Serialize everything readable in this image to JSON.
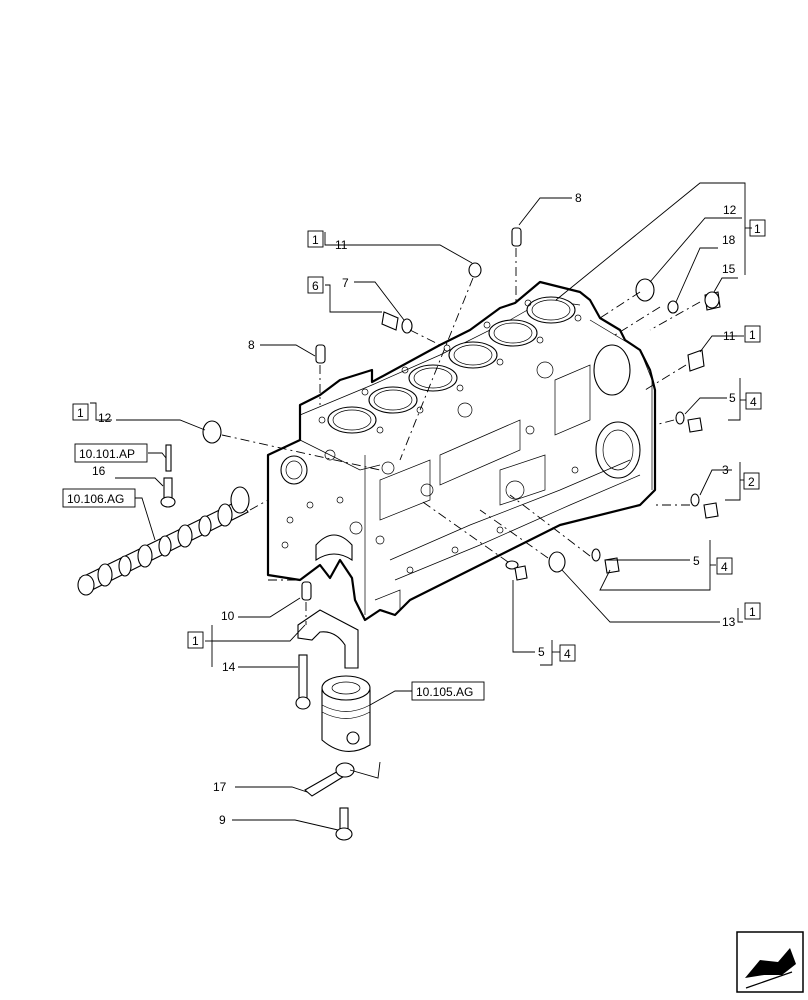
{
  "callouts": {
    "c8_top": "8",
    "c12_top": "12",
    "c18": "18",
    "c15": "15",
    "c11_top": "11",
    "c7": "7",
    "c11_right": "11",
    "c8_left": "8",
    "c5_right_top": "5",
    "c12_left": "12",
    "c16": "16",
    "c3": "3",
    "c5_mid": "5",
    "c10": "10",
    "c13": "13",
    "c5_bottom": "5",
    "c14": "14",
    "c17": "17",
    "c9": "9"
  },
  "qty_boxes": {
    "q1_top_right": "1",
    "q1_top_left": "1",
    "q6": "6",
    "q1_right_11": "1",
    "q4_right": "4",
    "q1_left_12": "1",
    "q2": "2",
    "q4_mid": "4",
    "q1_bearing": "1",
    "q1_13": "1",
    "q4_bottom": "4"
  },
  "references": {
    "ref_10101ap": "10.101.AP",
    "ref_10106ag": "10.106.AG",
    "ref_10105ag": "10.105.AG"
  },
  "nav_icon": "arrow-previous-icon"
}
